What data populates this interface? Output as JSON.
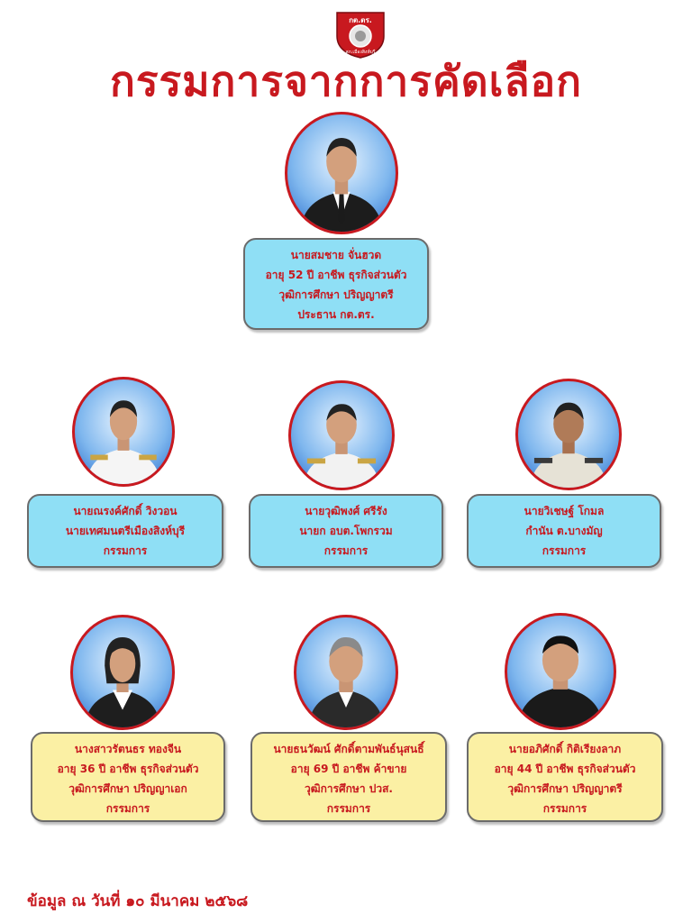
{
  "header": {
    "logo_text": "กต.ตร.",
    "logo_subtext": "สภ.เมืองสิงห์บุรี",
    "title": "กรรมการจากการคัดเลือก"
  },
  "members": [
    {
      "name": "นายสมชาย  จั่นฮวด",
      "line2": "อายุ 52 ปี  อาชีพ ธุรกิจส่วนตัว",
      "line3": "วุฒิการศึกษา ปริญญาตรี",
      "role": "ประธาน กต.ตร.",
      "card_color": "blue"
    },
    {
      "name": "นายณรงค์ศักดิ์  วิงวอน",
      "line2": "นายเทศมนตรีเมืองสิงห์บุรี",
      "role": "กรรมการ",
      "card_color": "blue"
    },
    {
      "name": "นายวุฒิพงศ์  ศรีรัง",
      "line2": "นายก อบต.โพกรวม",
      "role": "กรรมการ",
      "card_color": "blue"
    },
    {
      "name": "นายวิเชษฐ์  โกมล",
      "line2": "กำนัน ต.บางมัญ",
      "role": "กรรมการ",
      "card_color": "blue"
    },
    {
      "name": "นางสาวรัตนธร  ทองจีน",
      "line2": "อายุ 36 ปี อาชีพ ธุรกิจส่วนตัว",
      "line3": "วุฒิการศึกษา ปริญญาเอก",
      "role": "กรรมการ",
      "card_color": "yellow"
    },
    {
      "name": "นายธนวัฒน์  ศักดิ์ตามพันธ์นุสนธิ์",
      "line2": "อายุ 69 ปี อาชีพ ค้าขาย",
      "line3": "วุฒิการศึกษา  ปวส.",
      "role": "กรรมการ",
      "card_color": "yellow"
    },
    {
      "name": "นายอภิศักดิ์  กิติเรียงลาภ",
      "line2": "อายุ 44 ปี  อาชีพ  ธุรกิจส่วนตัว",
      "line3": "วุฒิการศึกษา ปริญญาตรี",
      "role": "กรรมการ",
      "card_color": "yellow"
    }
  ],
  "footer": {
    "date_text": "ข้อมูล ณ วันที่  ๑๐  มีนาคม  ๒๕๖๘"
  },
  "colors": {
    "title": "#c8191f",
    "card_blue": "#8fdff5",
    "card_yellow": "#fbf0a4"
  }
}
